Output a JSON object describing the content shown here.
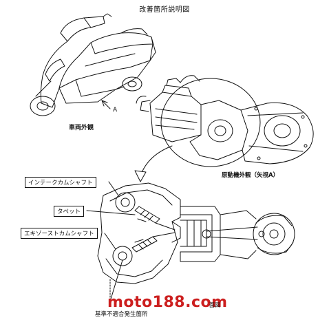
{
  "page": {
    "title": "改善箇所説明図"
  },
  "figures": {
    "scooter": {
      "caption": "車両外観",
      "view_marker": "A"
    },
    "engine": {
      "caption": "原動機外観（矢視A）"
    },
    "section": {
      "labels": {
        "intake_camshaft": "インテークカムシャフト",
        "tappet": "タペット",
        "exhaust_camshaft": "エキゾーストカムシャフト"
      },
      "area_caption": "基準不適合発生箇所",
      "fragment_caption": "面図"
    }
  },
  "watermark": {
    "text": "moto188.com",
    "color": "#cc1f1f"
  },
  "colors": {
    "line": "#111111",
    "background": "#ffffff"
  }
}
